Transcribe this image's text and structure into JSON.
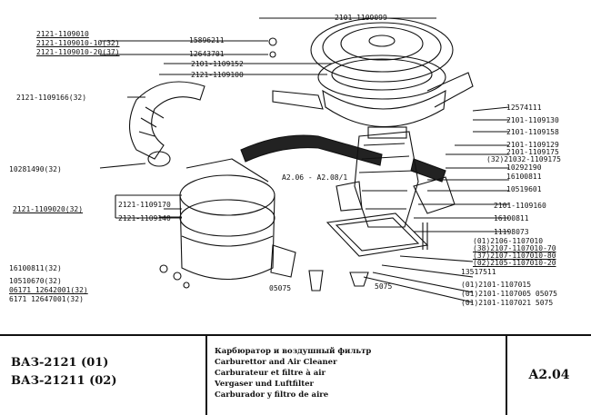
{
  "callouts": {
    "top_left": [
      "2121-1109010",
      "2121-1109010-10(32)",
      "2121-1109010-20(37)"
    ],
    "washer_1": "15896211",
    "washer_2": "12643701",
    "top_cover": "2101-1109099",
    "filter_element": "2101-1109152",
    "housing": "2121-1109100",
    "hose_top": "2121-1109166(32)",
    "hose_clamp": "10281490(32)",
    "pre_filter": "2121-1109020(32)",
    "pre_filter_cover": "2121-1109170",
    "pre_filter_body": "2121-1109140",
    "nut_left": "16100811(32)",
    "nut_left_2": "10510670(32)",
    "washer_left_1": "06171 12642001(32)",
    "washer_left_2": "6171 12647001(32)",
    "right": [
      "12574111",
      "2101-1109130",
      "2101-1109158",
      "2101-1109129",
      "2101-1109175",
      "(32)21032-1109175",
      "10292190",
      "16100811",
      "10519601",
      "2101-1109160",
      "16100811",
      "11198073",
      "(01)2106-1107010",
      "(38)2107-1107010-70",
      "(37)2107-1107010-80",
      "(02)2105-1107010-20",
      "13517511",
      "(01)2101-1107015",
      "(01)2101-1107005 05075",
      "(01)2101-1107021 5075"
    ],
    "spacer_note": "A2.06 - A2.08/1",
    "bottom_left_part": "05075",
    "bottom_right_part": "5075"
  },
  "footer": {
    "models": [
      "ВАЗ-2121  (01)",
      "ВАЗ-21211  (02)"
    ],
    "titles": [
      "Карбюратор и воздушный фильтр",
      "Carburettor and Air Cleaner",
      "Carburateur et filtre à air",
      "Vergaser und Luftfilter",
      "Carburador y filtro de aire"
    ],
    "code": "A2.04"
  }
}
